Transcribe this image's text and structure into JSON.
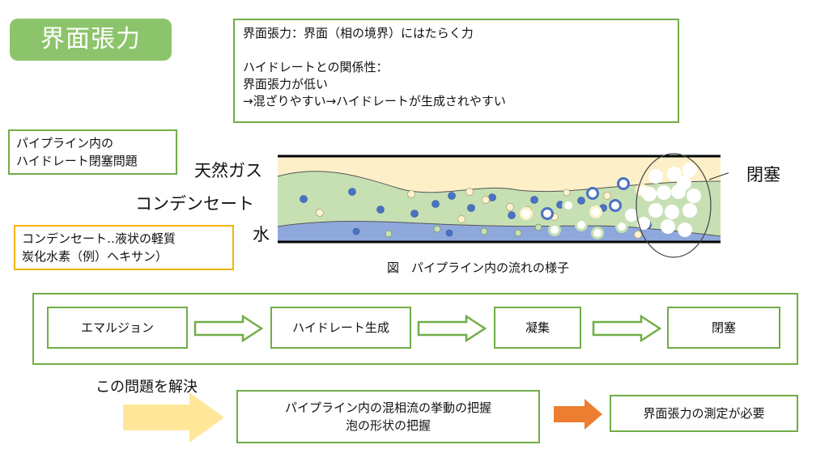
{
  "title": "界面張力",
  "definition": {
    "line1": "界面張力：界面（相の境界）にはたらく力",
    "line2": "ハイドレートとの関係性：",
    "line3": "界面張力が低い",
    "line4": "→混ざりやすい→ハイドレートが生成されやすい"
  },
  "pipeline_problem": {
    "line1": "パイプライン内の",
    "line2": "ハイドレート閉塞問題"
  },
  "condensate_note": {
    "line1": "コンデンセート‥液状の軽質",
    "line2": "炭化水素（例）ヘキサン）"
  },
  "layers": {
    "gas": "天然ガス",
    "condensate": "コンデンセート",
    "water": "水"
  },
  "blockage_label": "閉塞",
  "figure_caption": "図　パイプライン内の流れの様子",
  "process_steps": [
    "エマルジョン",
    "ハイドレート生成",
    "凝集",
    "閉塞"
  ],
  "solve_label": "この問題を解決",
  "solve_box": {
    "line1": "パイプライン内の混相流の挙動の把握",
    "line2": "泡の形状の把握"
  },
  "requirement": "界面張力の測定が必要",
  "colors": {
    "accent_green": "#70ad47",
    "pill_green": "#8cc46b",
    "gas_layer": "#fdf0c8",
    "condensate_layer": "#c6e0b4",
    "water_layer": "#8fa8dc",
    "blue_droplet": "#4a72c4",
    "yellow_droplet": "#fff2cc",
    "yellow_arrow": "#ffe699",
    "orange_arrow": "#ed7d31"
  }
}
